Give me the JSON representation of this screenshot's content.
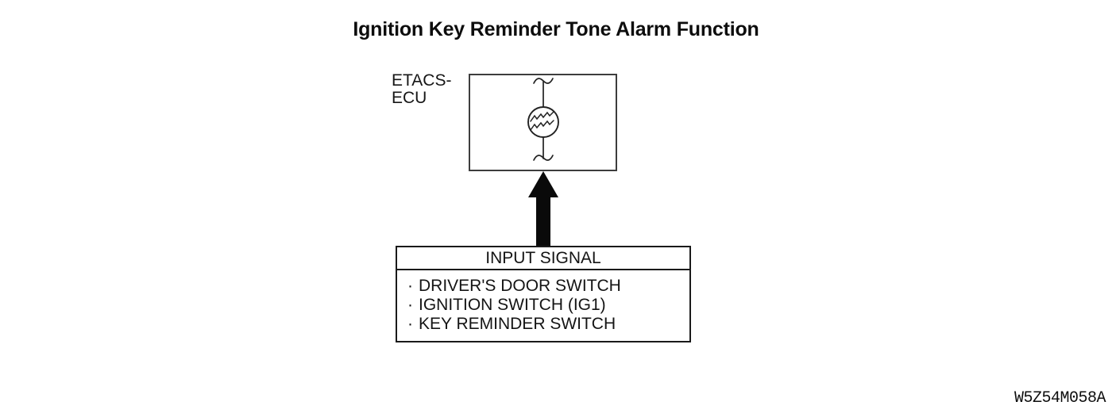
{
  "title": "Ignition Key Reminder Tone Alarm Function",
  "diagram": {
    "ecu": {
      "label": "ETACS-\nECU",
      "symbol": "tone-alarm-buzzer"
    },
    "flow": {
      "arrow": "up-arrow",
      "from": "input-signal-box",
      "to": "etacs-ecu-box"
    },
    "input_signal": {
      "header": "INPUT SIGNAL",
      "bullet": "·",
      "items": [
        "DRIVER'S DOOR SWITCH",
        "IGNITION SWITCH (IG1)",
        "KEY REMINDER SWITCH"
      ]
    },
    "figure_code": "W5Z54M058A"
  },
  "colors": {
    "background": "#ffffff",
    "ink": "#111111"
  }
}
